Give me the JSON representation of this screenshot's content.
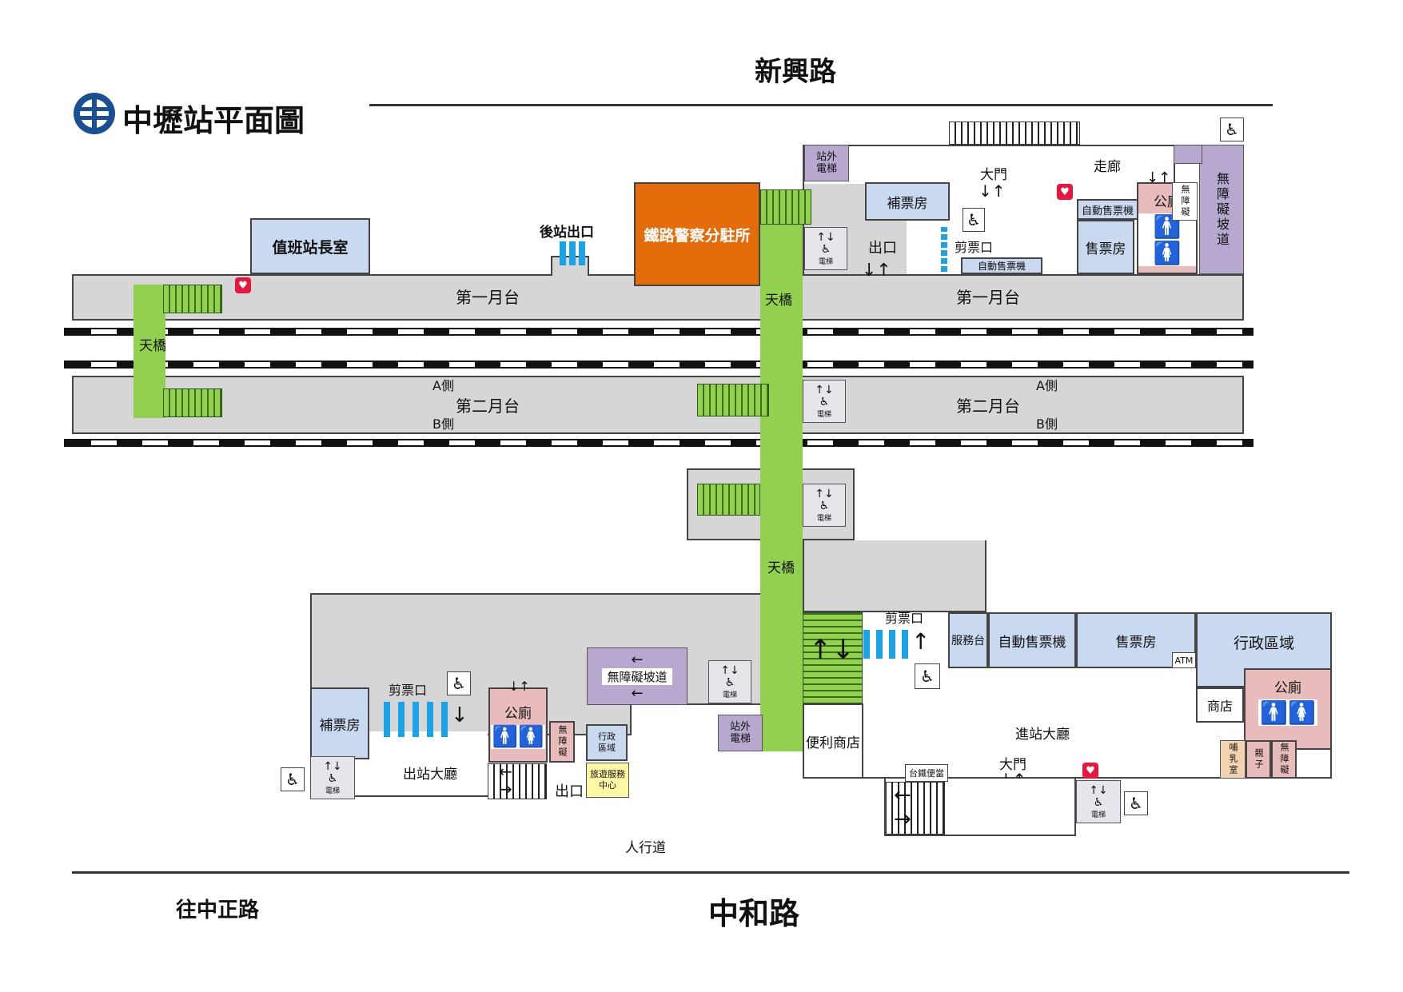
{
  "header": {
    "title": "中壢站平面圖",
    "logo_icon": "tra-logo-icon"
  },
  "roads": {
    "north": "新興路",
    "south": "中和路",
    "southwest": "往中正路",
    "sidewalk": "人行道"
  },
  "platforms": {
    "p1": "第一月台",
    "p2": "第二月台",
    "side_a": "A側",
    "side_b": "B側"
  },
  "bridges": {
    "label": "天橋"
  },
  "facilities": {
    "stationmaster": "值班站長室",
    "police": "鐵路警察分駐所",
    "rear_exit": "後站出口",
    "fare_office": "補票房",
    "ticket_office": "售票房",
    "ticket_machine": "自動售票機",
    "ticket_gate": "剪票口",
    "exit": "出口",
    "main_gate": "大門",
    "corridor": "走廊",
    "toilet": "公廁",
    "accessible_short": "無障礙",
    "accessible_ramp": "無障礙坡道",
    "outdoor_elevator": "站外電梯",
    "elevator": "電梯",
    "service_desk": "服務台",
    "admin_area": "行政區域",
    "shop": "商店",
    "atm": "ATM",
    "convenience_store": "便利商店",
    "exit_hall": "出站大廳",
    "entry_hall": "進站大廳",
    "admin_small": "行政區域",
    "tourist_center": "旅遊服務中心",
    "nursing": "哺乳室",
    "family": "親子",
    "bento": "台鐵便當"
  },
  "colors": {
    "platform": "#d6d6d6",
    "bridge": "#92d050",
    "room": "#c9d9ef",
    "police": "#e46c0a",
    "toilet": "#e8bcbc",
    "ramp": "#b7a8cf",
    "gate": "#1aa3e6",
    "logo": "#1b4f93"
  }
}
